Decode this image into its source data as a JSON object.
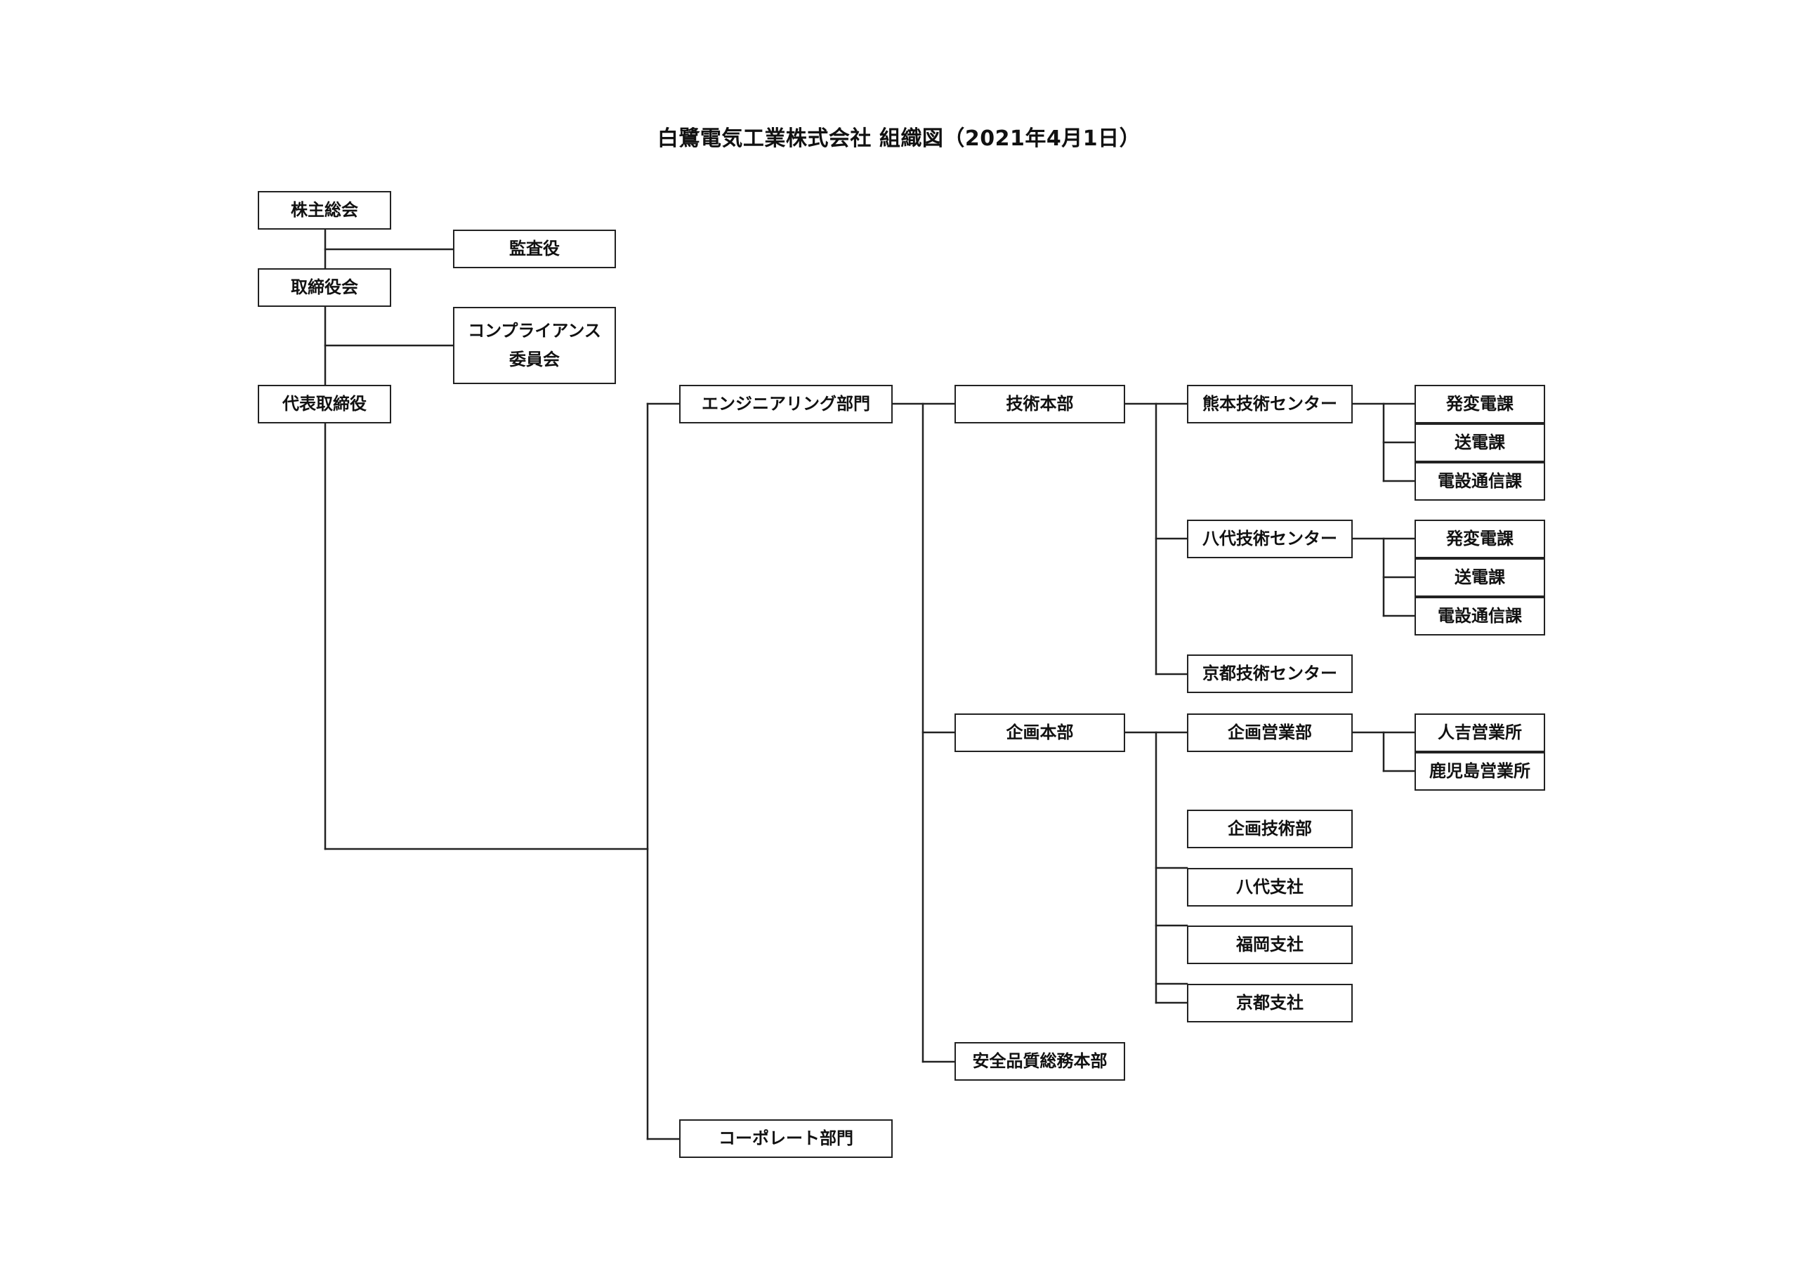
{
  "title": {
    "company": "白鷺電気工業株式会社",
    "suffix": "組織図（2021年4月1日）"
  },
  "org": {
    "shareholders": "株主総会",
    "auditor": "監査役",
    "board": "取締役会",
    "compliance_line1": "コンプライアンス",
    "compliance_line2": "委員会",
    "ceo": "代表取締役",
    "engineering": "エンジニアリング部門",
    "corporate": "コーポレート部門",
    "tech_hq": "技術本部",
    "planning_hq": "企画本部",
    "safety_hq": "安全品質総務本部",
    "kumamoto_center": "熊本技術センター",
    "yatsushiro_center": "八代技術センター",
    "kyoto_center": "京都技術センター",
    "kumamoto_units": [
      "発変電課",
      "送電課",
      "電設通信課"
    ],
    "yatsushiro_units": [
      "発変電課",
      "送電課",
      "電設通信課"
    ],
    "planning_sales": "企画営業部",
    "planning_tech": "企画技術部",
    "yatsushiro_branch": "八代支社",
    "fukuoka_branch": "福岡支社",
    "kyoto_branch": "京都支社",
    "sales_offices": [
      "人吉営業所",
      "鹿児島営業所"
    ]
  }
}
